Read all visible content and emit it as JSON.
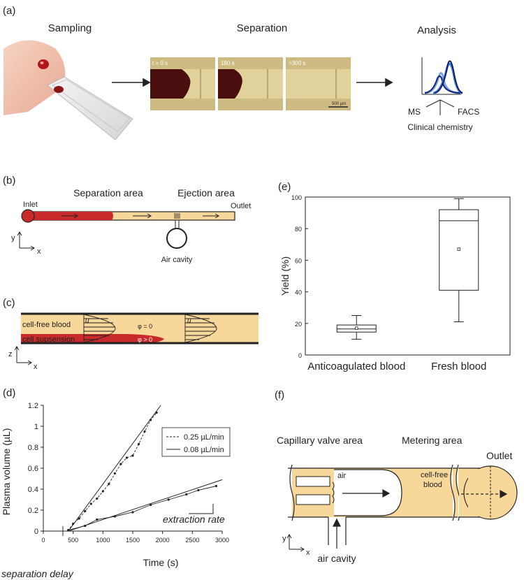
{
  "panel_a": {
    "letter": "(a)",
    "sampling_title": "Sampling",
    "separation_title": "Separation",
    "analysis_title": "Analysis",
    "frame_labels": [
      "t = 0 s",
      "180 s",
      ">300 s"
    ],
    "scale_bar_label": "500 µm",
    "analysis_labels": {
      "ms": "MS",
      "facs": "FACS",
      "clinical": "Clinical chemistry"
    }
  },
  "panel_b": {
    "letter": "(b)",
    "separation_area": "Separation area",
    "ejection_area": "Ejection area",
    "inlet": "Inlet",
    "outlet": "Outlet",
    "air_cavity": "Air cavity",
    "axis_y": "y",
    "axis_x": "x"
  },
  "panel_c": {
    "letter": "(c)",
    "cell_free": "cell-free blood",
    "cell_suspension": "cell supsension",
    "phi_zero": "φ = 0",
    "phi_positive": "φ > 0",
    "u1": "u",
    "u2": "u",
    "axis_z": "z",
    "axis_x": "x"
  },
  "panel_d": {
    "letter": "(d)",
    "annot_extraction": "extraction rate",
    "annot_delay": "separation delay"
  },
  "panel_e": {
    "letter": "(e)"
  },
  "panel_f": {
    "letter": "(f)",
    "capillary": "Capillary valve area",
    "metering": "Metering area",
    "outlet": "Outlet",
    "air": "air",
    "cell_free_1": "cell-free",
    "cell_free_2": "blood",
    "air_cavity": "air cavity",
    "axis_y": "y",
    "axis_x": "x"
  },
  "colors": {
    "plasma": "#f7d79a",
    "blood": "#c92b2b",
    "dark_blood": "#4a0e0e",
    "micro_bg": "#cdbb82"
  },
  "chart_data": [
    {
      "type": "line",
      "xlabel": "Time (s)",
      "ylabel": "Plasma volume (µL)",
      "xlim": [
        0,
        3000
      ],
      "ylim": [
        0,
        1.2
      ],
      "xticks": [
        0,
        500,
        1000,
        1500,
        2000,
        2500,
        3000
      ],
      "yticks": [
        0,
        0.2,
        0.4,
        0.6,
        0.8,
        1,
        1.2
      ],
      "legend_position": "top-right",
      "series": [
        {
          "name": "0.25 µL/min",
          "style": "dashed",
          "x": [
            0,
            100,
            200,
            300,
            400,
            420,
            500,
            600,
            700,
            800,
            900,
            1000,
            1100,
            1200,
            1300,
            1400,
            1500,
            1600,
            1700,
            1800,
            1900
          ],
          "y": [
            0,
            0,
            0,
            0,
            0,
            0.01,
            0.07,
            0.12,
            0.19,
            0.26,
            0.31,
            0.38,
            0.45,
            0.55,
            0.64,
            0.7,
            0.72,
            0.83,
            0.95,
            1.06,
            1.13
          ]
        },
        {
          "name": "0.08 µL/min",
          "style": "solid",
          "x": [
            0,
            100,
            200,
            300,
            400,
            420,
            700,
            900,
            1200,
            1500,
            1800,
            2100,
            2400,
            2600,
            2900
          ],
          "y": [
            0,
            0,
            0,
            0,
            0,
            0.01,
            0.05,
            0.11,
            0.14,
            0.18,
            0.25,
            0.3,
            0.35,
            0.39,
            0.43
          ]
        }
      ],
      "fits": [
        {
          "series": "0.25 µL/min",
          "x": [
            420,
            1970
          ],
          "y": [
            0,
            1.2
          ]
        },
        {
          "series": "0.08 µL/min",
          "x": [
            420,
            3000
          ],
          "y": [
            0,
            0.49
          ]
        }
      ]
    },
    {
      "type": "box",
      "ylabel": "Yield (%)",
      "ylim": [
        0,
        100
      ],
      "yticks": [
        0,
        20,
        40,
        60,
        80,
        100
      ],
      "categories": [
        "Anticoagulated blood",
        "Fresh blood"
      ],
      "boxes": [
        {
          "min": 10,
          "q1": 14.5,
          "median": 16.5,
          "q3": 19,
          "max": 25,
          "mean": 17
        },
        {
          "min": 21,
          "q1": 41,
          "median": 85,
          "q3": 92,
          "max": 99,
          "mean": 67
        }
      ]
    }
  ]
}
